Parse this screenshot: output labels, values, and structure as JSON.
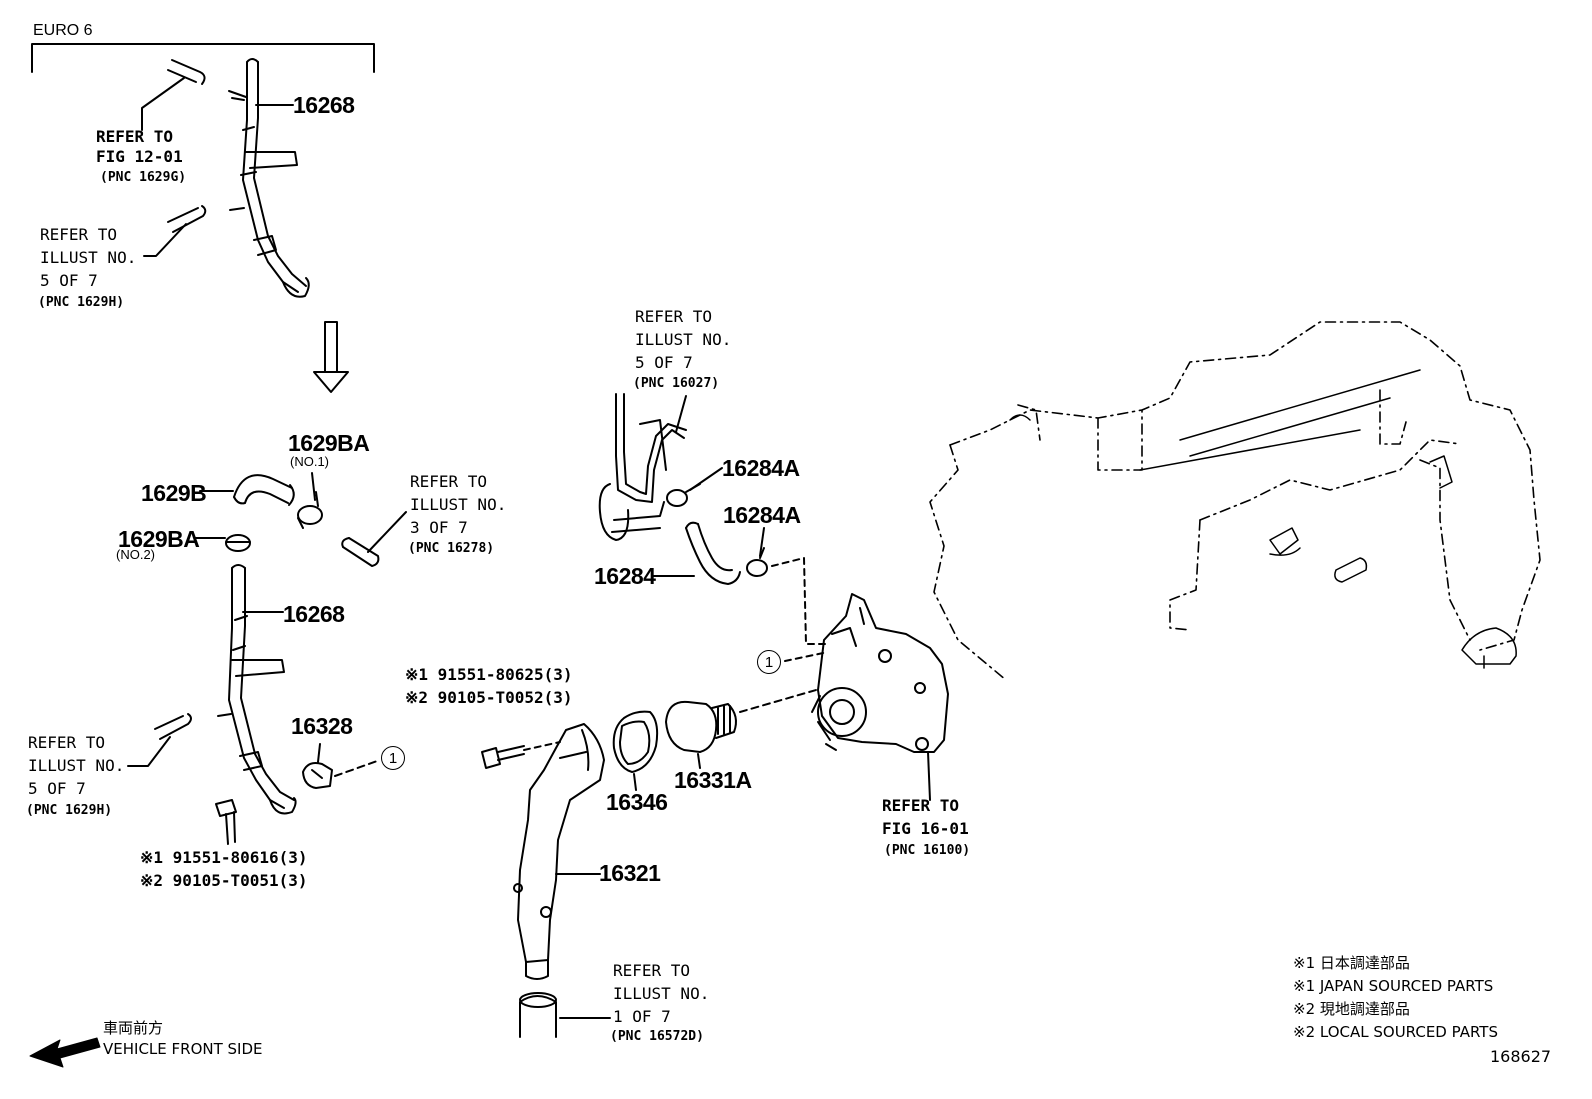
{
  "variant_label": "EURO 6",
  "top_refs": {
    "ref_fig_12_01": {
      "l1": "REFER TO",
      "l2": "FIG 12-01",
      "l3": "(PNC 1629G)"
    },
    "ref_5of7_top": {
      "l1": "REFER TO",
      "l2": "ILLUST NO.",
      "l3": "5 OF 7",
      "l4": "(PNC 1629H)"
    }
  },
  "parts": {
    "p16268_top": "16268",
    "p1629BA_1": "1629BA",
    "p1629BA_1_sub": "(NO.1)",
    "p1629B": "1629B",
    "p1629BA_2": "1629BA",
    "p1629BA_2_sub": "(NO.2)",
    "p16268": "16268",
    "p16328": "16328",
    "p16284A_1": "16284A",
    "p16284A_2": "16284A",
    "p16284": "16284",
    "p16346": "16346",
    "p16331A": "16331A",
    "p16321": "16321"
  },
  "refs": {
    "ref_3of7": {
      "l1": "REFER TO",
      "l2": "ILLUST NO.",
      "l3": "3 OF 7",
      "l4": "(PNC 16278)"
    },
    "ref_5of7_bottom": {
      "l1": "REFER TO",
      "l2": "ILLUST NO.",
      "l3": "5 OF 7",
      "l4": "(PNC 1629H)"
    },
    "ref_5of7_upper_mid": {
      "l1": "REFER TO",
      "l2": "ILLUST NO.",
      "l3": "5 OF 7",
      "l4": "(PNC 16027)"
    },
    "ref_fig_16_01": {
      "l1": "REFER TO",
      "l2": "FIG 16-01",
      "l3": "(PNC 16100)"
    },
    "ref_1of7": {
      "l1": "REFER TO",
      "l2": "ILLUST NO.",
      "l3": "1 OF 7",
      "l4": "(PNC 16572D)"
    }
  },
  "bolts": {
    "bolt_a_1": "※1 91551-80616(3)",
    "bolt_a_2": "※2 90105-T0051(3)",
    "bolt_b_1": "※1 91551-80625(3)",
    "bolt_b_2": "※2 90105-T0052(3)"
  },
  "callout_1": "1",
  "vehicle_front": {
    "jp": "車両前方",
    "en": "VEHICLE FRONT SIDE"
  },
  "legend": {
    "l1": "※1 日本調達部品",
    "l2": "※1 JAPAN SOURCED PARTS",
    "l3": "※2 現地調達部品",
    "l4": "※2 LOCAL SOURCED PARTS"
  },
  "illustration_number": "168627"
}
